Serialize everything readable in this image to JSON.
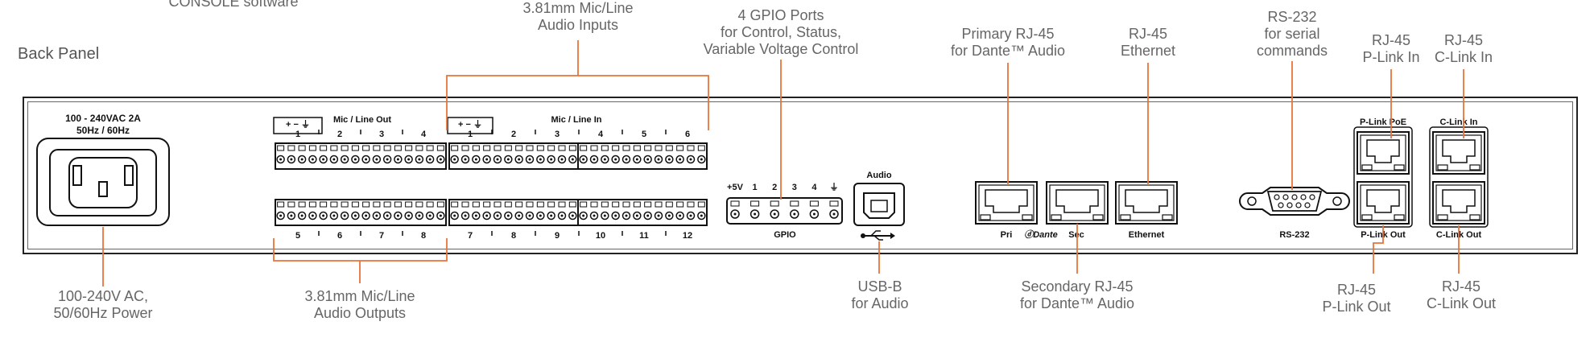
{
  "title": "Back Panel",
  "accent": "#e8743b",
  "callouts": {
    "top_cut": "CONSOLE software",
    "mic_line_inputs": [
      "3.81mm Mic/Line",
      "Audio Inputs"
    ],
    "gpio": [
      "4 GPIO Ports",
      "for Control, Status,",
      "Variable Voltage Control"
    ],
    "primary_rj45": [
      "Primary RJ-45",
      "for Dante™ Audio"
    ],
    "ethernet": [
      "RJ-45",
      "Ethernet"
    ],
    "rs232": [
      "RS-232",
      "for serial",
      "commands"
    ],
    "plink_in": [
      "RJ-45",
      "P-Link In"
    ],
    "clink_in": [
      "RJ-45",
      "C-Link In"
    ],
    "power": [
      "100-240V AC,",
      "50/60Hz Power"
    ],
    "mic_line_outputs": [
      "3.81mm Mic/Line",
      "Audio Outputs"
    ],
    "usb": [
      "USB-B",
      "for Audio"
    ],
    "secondary_rj45": [
      "Secondary RJ-45",
      "for Dante™ Audio"
    ],
    "plink_out": [
      "RJ-45",
      "P-Link Out"
    ],
    "clink_out": [
      "RJ-45",
      "C-Link Out"
    ]
  },
  "panel": {
    "power_rating": [
      "100 - 240VAC  2A",
      "50Hz / 60Hz"
    ],
    "mic_line_out": "Mic / Line Out",
    "mic_line_in": "Mic / Line In",
    "ground_symbols": "+ − ⏚",
    "out_top_numbers": [
      "1",
      "2",
      "3",
      "4"
    ],
    "out_bottom_numbers": [
      "5",
      "6",
      "7",
      "8"
    ],
    "in_top_numbers": [
      "1",
      "2",
      "3",
      "4",
      "5",
      "6"
    ],
    "in_bottom_numbers": [
      "7",
      "8",
      "9",
      "10",
      "11",
      "12"
    ],
    "gpio_top": [
      "+5V",
      "1",
      "2",
      "3",
      "4",
      "⏚"
    ],
    "gpio_label": "GPIO",
    "audio_label": "Audio",
    "usb_symbol": "⭠",
    "pri": "Pri",
    "dante": "ⓓDante",
    "sec": "Sec",
    "ethernet": "Ethernet",
    "rs232": "RS-232",
    "plink_poe": "P-Link PoE",
    "clink_in": "C-Link In",
    "plink_out": "P-Link Out",
    "clink_out": "C-Link Out"
  }
}
